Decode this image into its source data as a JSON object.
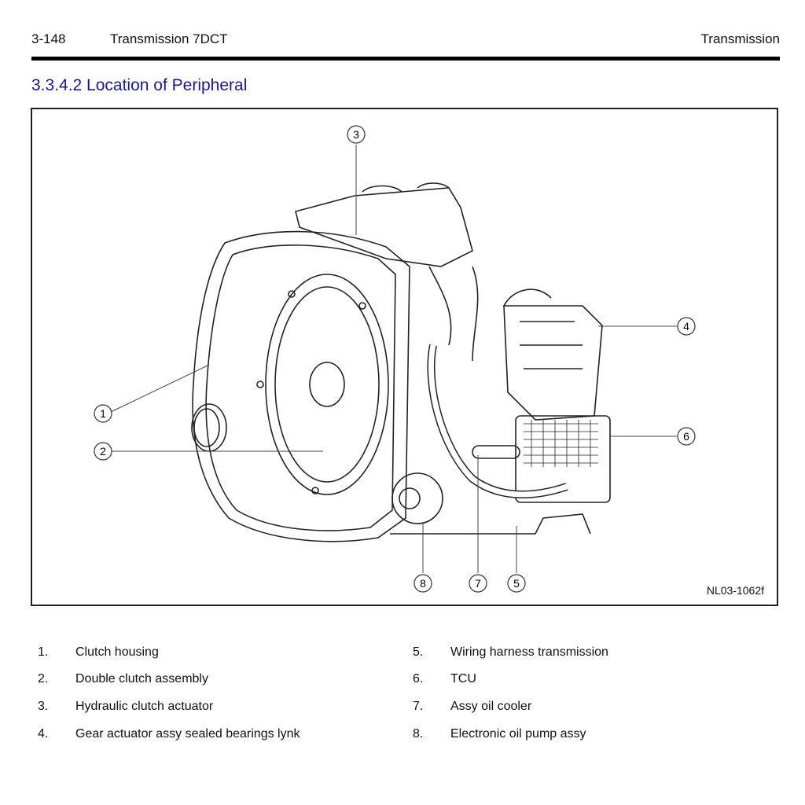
{
  "header": {
    "page_number": "3-148",
    "document_title": "Transmission 7DCT",
    "chapter": "Transmission"
  },
  "section": {
    "title": "3.3.4.2 Location of Peripheral"
  },
  "figure": {
    "id": "NL03-1062f",
    "callouts": [
      "1",
      "2",
      "3",
      "4",
      "5",
      "6",
      "7",
      "8"
    ]
  },
  "legend": [
    {
      "num": "1.",
      "text": "Clutch housing"
    },
    {
      "num": "2.",
      "text": "Double clutch assembly"
    },
    {
      "num": "3.",
      "text": "Hydraulic clutch actuator"
    },
    {
      "num": "4.",
      "text": "Gear actuator assy sealed bearings lynk"
    },
    {
      "num": "5.",
      "text": "Wiring harness transmission"
    },
    {
      "num": "6.",
      "text": "TCU"
    },
    {
      "num": "7.",
      "text": "Assy oil cooler"
    },
    {
      "num": "8.",
      "text": "Electronic oil pump assy"
    }
  ]
}
